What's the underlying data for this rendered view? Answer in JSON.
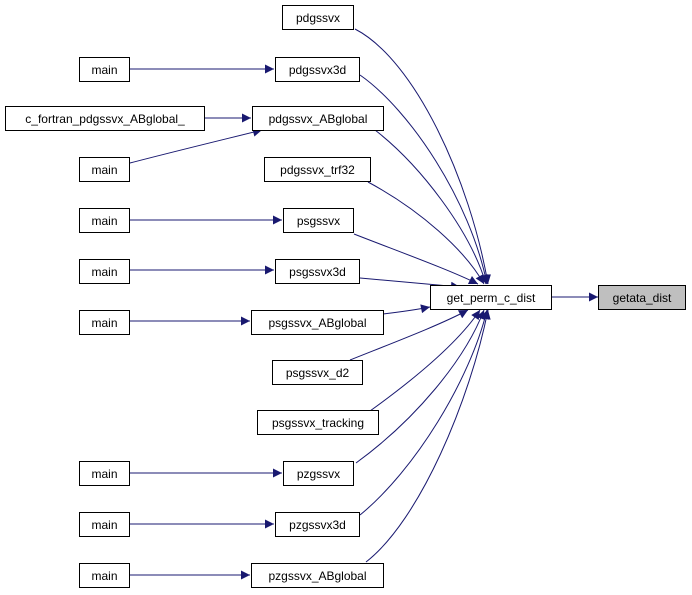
{
  "colors": {
    "edge": "#191970",
    "node_border": "#000000",
    "current_fill": "#bfbfbf"
  },
  "nodes": {
    "getata_dist": "getata_dist",
    "get_perm_c_dist": "get_perm_c_dist",
    "pdgssvx": "pdgssvx",
    "pdgssvx3d": "pdgssvx3d",
    "pdgssvx_ABglobal": "pdgssvx_ABglobal",
    "pdgssvx_trf32": "pdgssvx_trf32",
    "psgssvx": "psgssvx",
    "psgssvx3d": "psgssvx3d",
    "psgssvx_ABglobal": "psgssvx_ABglobal",
    "psgssvx_d2": "psgssvx_d2",
    "psgssvx_tracking": "psgssvx_tracking",
    "pzgssvx": "pzgssvx",
    "pzgssvx3d": "pzgssvx3d",
    "pzgssvx_ABglobal": "pzgssvx_ABglobal",
    "c_fortran_pdgssvx_ABglobal_": "c_fortran_pdgssvx_ABglobal_",
    "main": "main"
  },
  "edges": [
    [
      "get_perm_c_dist",
      "getata_dist"
    ],
    [
      "pdgssvx",
      "get_perm_c_dist"
    ],
    [
      "pdgssvx3d",
      "get_perm_c_dist"
    ],
    [
      "pdgssvx_ABglobal",
      "get_perm_c_dist"
    ],
    [
      "pdgssvx_trf32",
      "get_perm_c_dist"
    ],
    [
      "psgssvx",
      "get_perm_c_dist"
    ],
    [
      "psgssvx3d",
      "get_perm_c_dist"
    ],
    [
      "psgssvx_ABglobal",
      "get_perm_c_dist"
    ],
    [
      "psgssvx_d2",
      "get_perm_c_dist"
    ],
    [
      "psgssvx_tracking",
      "get_perm_c_dist"
    ],
    [
      "pzgssvx",
      "get_perm_c_dist"
    ],
    [
      "pzgssvx3d",
      "get_perm_c_dist"
    ],
    [
      "pzgssvx_ABglobal",
      "get_perm_c_dist"
    ],
    [
      "main_1",
      "pdgssvx3d"
    ],
    [
      "c_fortran_pdgssvx_ABglobal_",
      "pdgssvx_ABglobal"
    ],
    [
      "main_2",
      "pdgssvx_ABglobal"
    ],
    [
      "main_3",
      "psgssvx"
    ],
    [
      "main_4",
      "psgssvx3d"
    ],
    [
      "main_5",
      "psgssvx_ABglobal"
    ],
    [
      "main_6",
      "pzgssvx"
    ],
    [
      "main_7",
      "pzgssvx3d"
    ],
    [
      "main_8",
      "pzgssvx_ABglobal"
    ]
  ]
}
